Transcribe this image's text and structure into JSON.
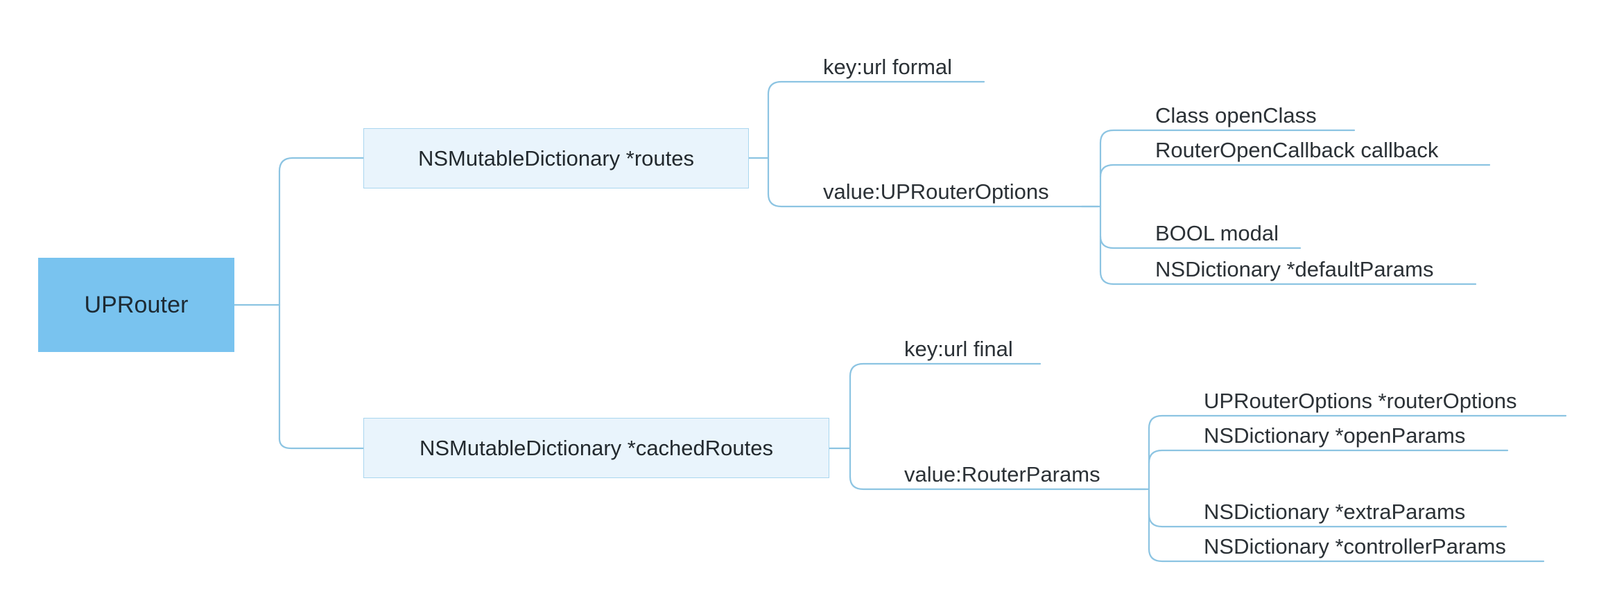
{
  "diagram": {
    "type": "mindmap",
    "title": "UPRouter",
    "colors": {
      "root_fill": "#79c3ef",
      "root_text": "#1d2a33",
      "branch_fill": "#e9f4fc",
      "branch_border": "#a9d6ef",
      "edge": "#8cc4e2",
      "text": "#2b3136",
      "background": "#ffffff"
    },
    "root": {
      "label": "UPRouter"
    },
    "branches": [
      {
        "label": "NSMutableDictionary *routes",
        "children": [
          {
            "label": "key:url formal",
            "children": []
          },
          {
            "label": "value:UPRouterOptions",
            "children": [
              {
                "label": "Class openClass"
              },
              {
                "label": "RouterOpenCallback callback"
              },
              {
                "label": "BOOL modal"
              },
              {
                "label": "NSDictionary *defaultParams"
              }
            ]
          }
        ]
      },
      {
        "label": "NSMutableDictionary *cachedRoutes",
        "children": [
          {
            "label": "key:url final",
            "children": []
          },
          {
            "label": "value:RouterParams",
            "children": [
              {
                "label": "UPRouterOptions *routerOptions"
              },
              {
                "label": "NSDictionary *openParams"
              },
              {
                "label": "NSDictionary *extraParams"
              },
              {
                "label": "NSDictionary *controllerParams"
              }
            ]
          }
        ]
      }
    ]
  }
}
